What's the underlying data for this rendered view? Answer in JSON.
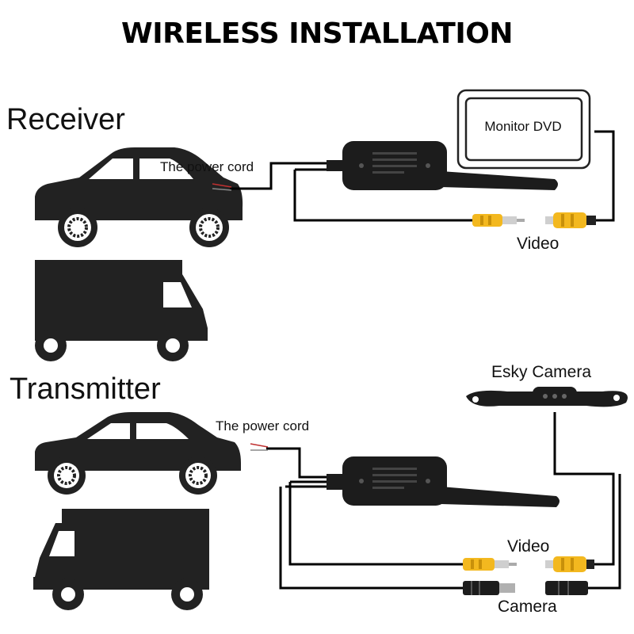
{
  "title": "WIRELESS INSTALLATION",
  "receiver": {
    "heading": "Receiver",
    "power_cord_label": "The power cord",
    "monitor_label": "Monitor DVD",
    "video_label": "Video"
  },
  "transmitter": {
    "heading": "Transmitter",
    "power_cord_label": "The power cord",
    "camera_label": "Esky Camera",
    "video_label": "Video",
    "camera_cable_label": "Camera"
  },
  "colors": {
    "vehicle": "#222222",
    "module": "#1c1c1c",
    "rca_yellow": "#f3b81f",
    "wire": "#000000"
  }
}
